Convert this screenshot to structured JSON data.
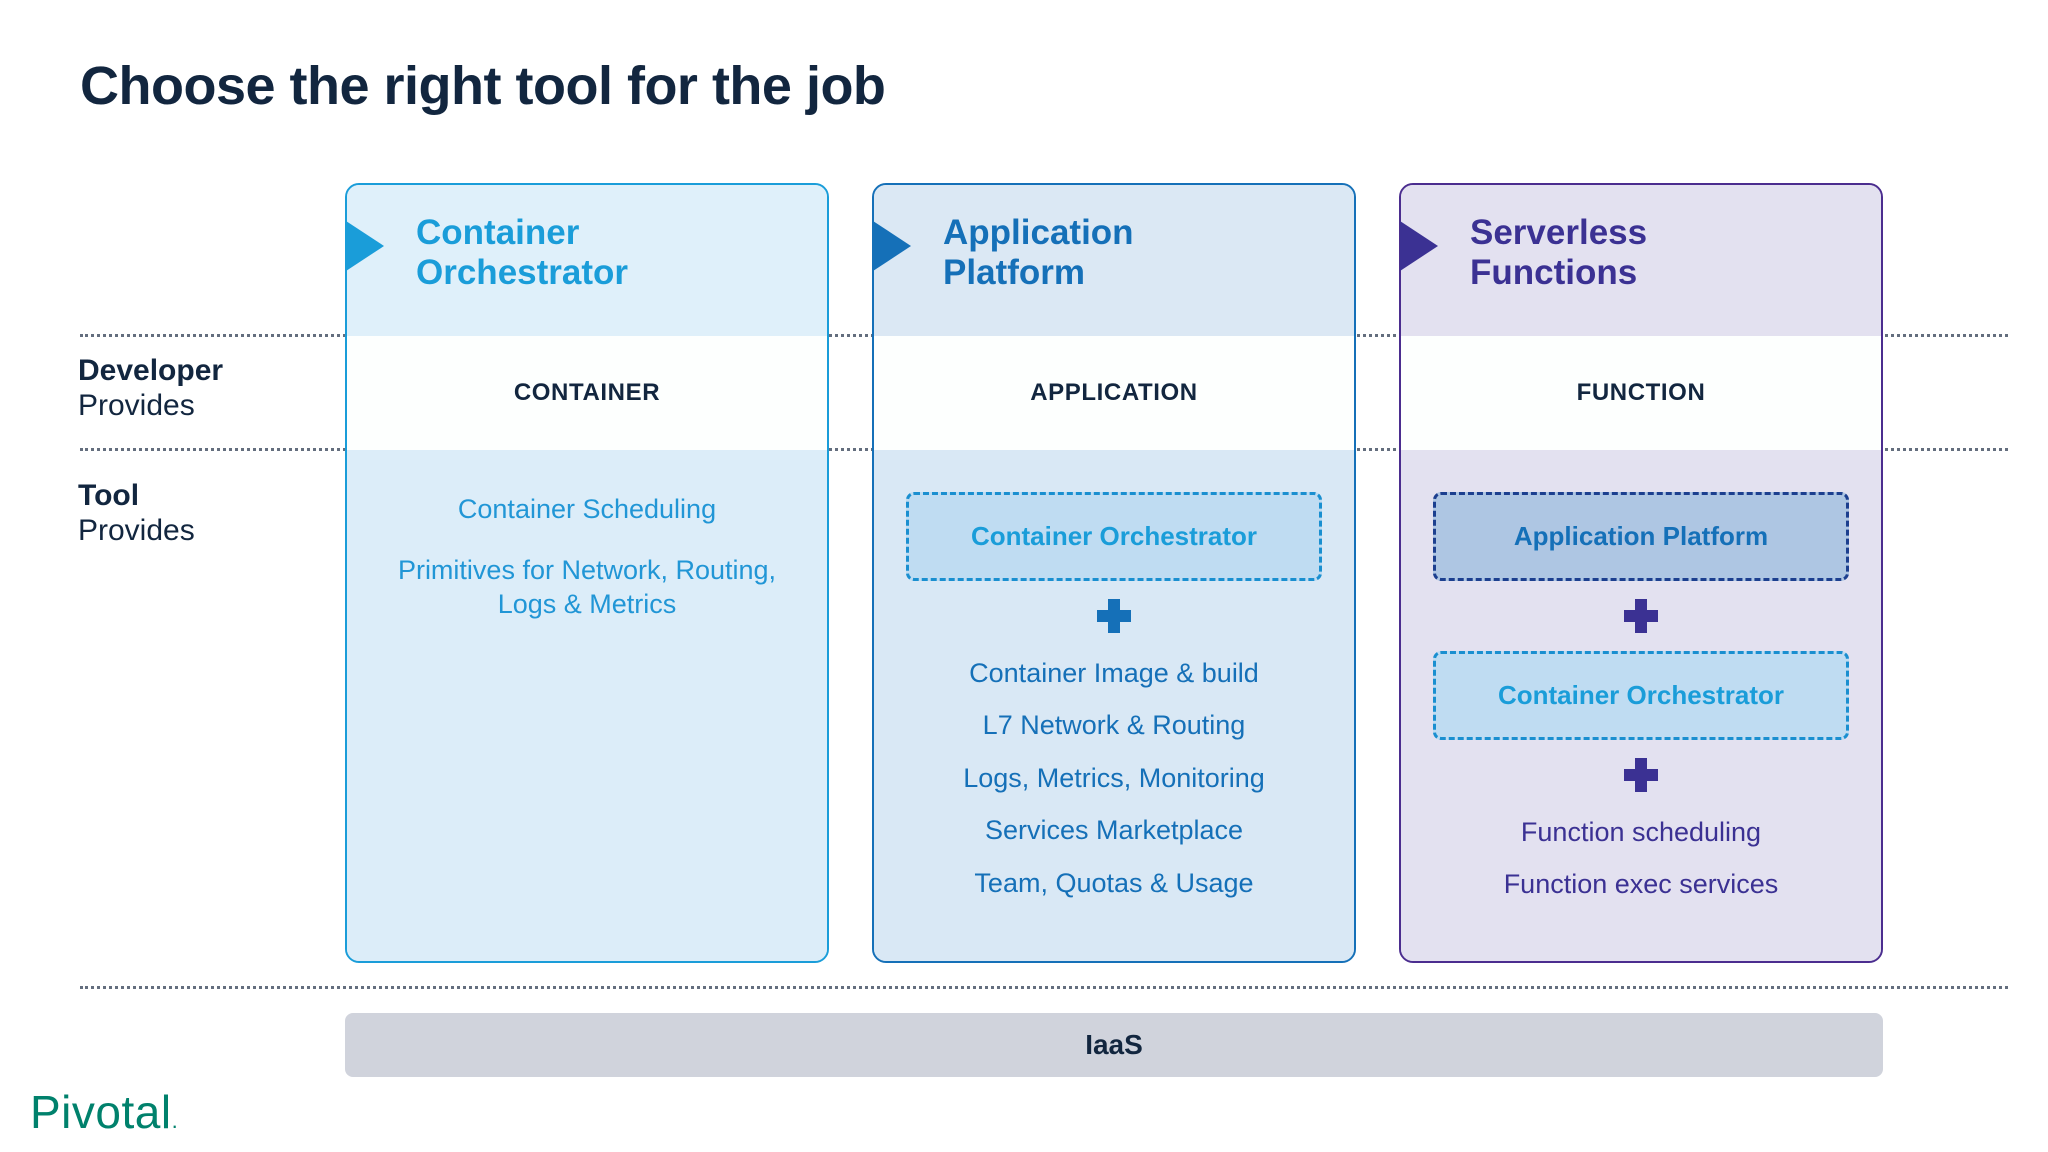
{
  "slide": {
    "title": "Choose the right tool for the job",
    "brand": {
      "name": "Pivotal",
      "mark": ".",
      "color": "#00816c"
    }
  },
  "row_labels": [
    {
      "id": "developer",
      "strong": "Developer",
      "normal": "Provides"
    },
    {
      "id": "tool",
      "strong": "Tool",
      "normal": "Provides"
    }
  ],
  "columns": [
    {
      "id": "container",
      "title": "Container\nOrchestrator",
      "flag_icon": "triangle-right-icon",
      "accent": "#1a9dd9",
      "developer_provides": "CONTAINER",
      "tool_provides": {
        "blocks": [],
        "lines": [
          "Container Scheduling",
          "Primitives for Network,\nRouting, Logs & Metrics"
        ],
        "list": []
      }
    },
    {
      "id": "application",
      "title": "Application\nPlatform",
      "flag_icon": "triangle-right-icon",
      "accent": "#1570b8",
      "developer_provides": "APPLICATION",
      "tool_provides": {
        "blocks": [
          {
            "label": "Container Orchestrator",
            "theme": "theme-lightblue"
          }
        ],
        "lines": [],
        "list": [
          "Container Image & build",
          "L7 Network & Routing",
          "Logs, Metrics, Monitoring",
          "Services Marketplace",
          "Team, Quotas & Usage"
        ]
      }
    },
    {
      "id": "serverless",
      "title": "Serverless\nFunctions",
      "flag_icon": "triangle-right-icon",
      "accent": "#3b3193",
      "developer_provides": "FUNCTION",
      "tool_provides": {
        "blocks": [
          {
            "label": "Application Platform",
            "theme": "theme-steelblue"
          },
          {
            "label": "Container Orchestrator",
            "theme": "theme-lightblue"
          }
        ],
        "lines": [],
        "list": [
          "Function scheduling",
          "Function exec services"
        ]
      }
    }
  ],
  "foundation": {
    "label": "IaaS"
  }
}
